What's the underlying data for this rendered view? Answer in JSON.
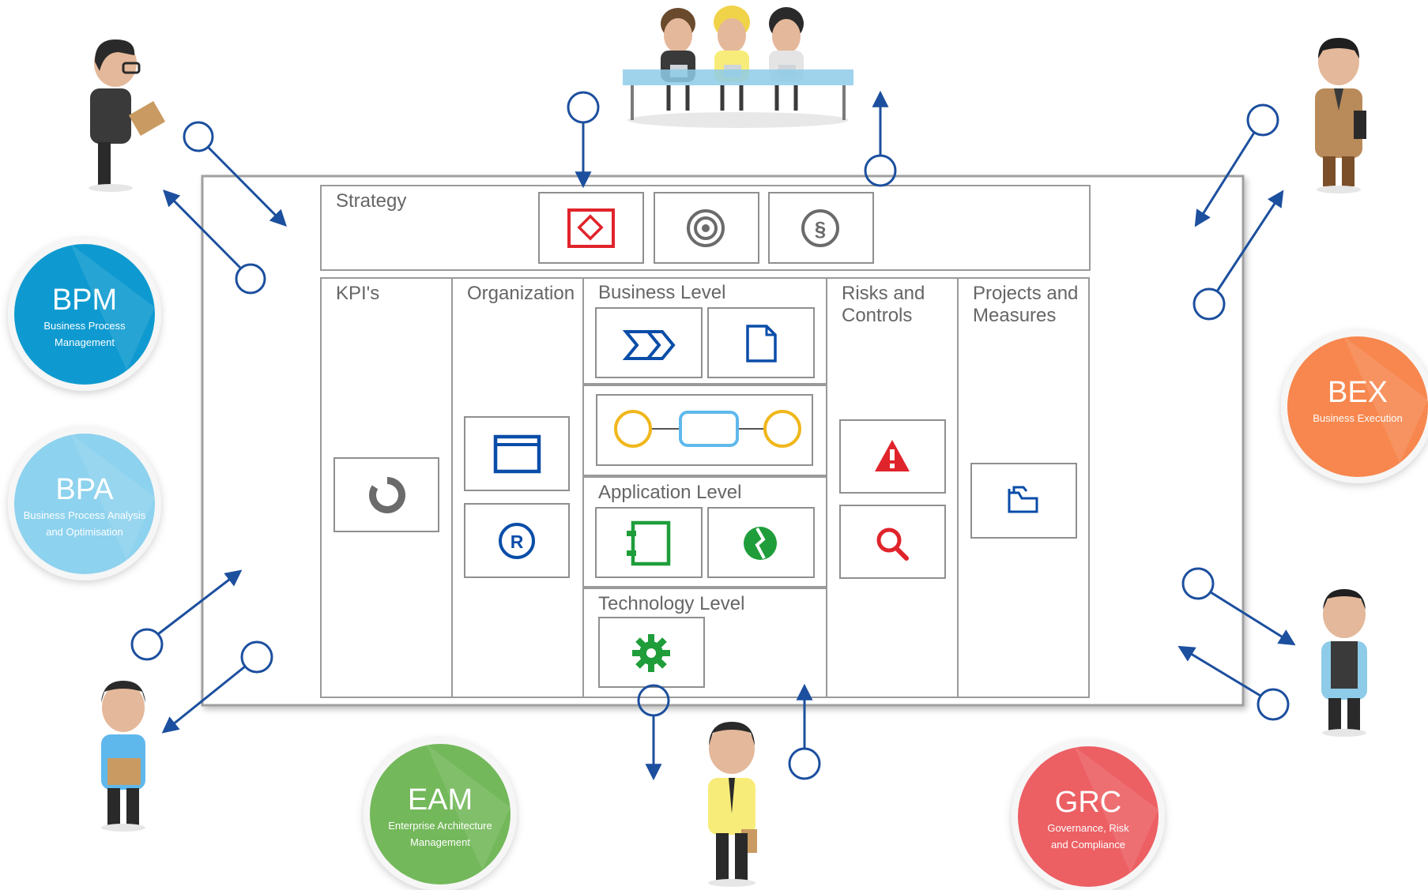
{
  "diagram": {
    "sections": {
      "strategy": "Strategy",
      "kpis": "KPI's",
      "organization": "Organization",
      "business_level": "Business Level",
      "risks_line1": "Risks and",
      "risks_line2": "Controls",
      "projects_line1": "Projects and",
      "projects_line2": "Measures",
      "application_level": "Application Level",
      "technology_level": "Technology Level"
    },
    "circles": [
      {
        "abbr": "BPM",
        "sub1": "Business Process",
        "sub2": "Management",
        "color": "#0e9ad0"
      },
      {
        "abbr": "BPA",
        "sub1": "Business Process Analysis",
        "sub2": "and Optimisation",
        "color": "#8dd2ee"
      },
      {
        "abbr": "BEX",
        "sub1": "Business Execution",
        "sub2": "",
        "color": "#f7874e"
      },
      {
        "abbr": "EAM",
        "sub1": "Enterprise Architecture",
        "sub2": "Management",
        "color": "#73b85a"
      },
      {
        "abbr": "GRC",
        "sub1": "Governance, Risk",
        "sub2": "and Compliance",
        "color": "#ec5f63"
      }
    ],
    "colors": {
      "connector": "#1c4f9e",
      "icon_red": "#e0242b",
      "icon_gray": "#6b6b6b",
      "icon_blue": "#0a4da8",
      "icon_green": "#1f9d3a",
      "icon_yellow": "#f0b71c",
      "icon_lightblue": "#5fb8ec"
    }
  }
}
